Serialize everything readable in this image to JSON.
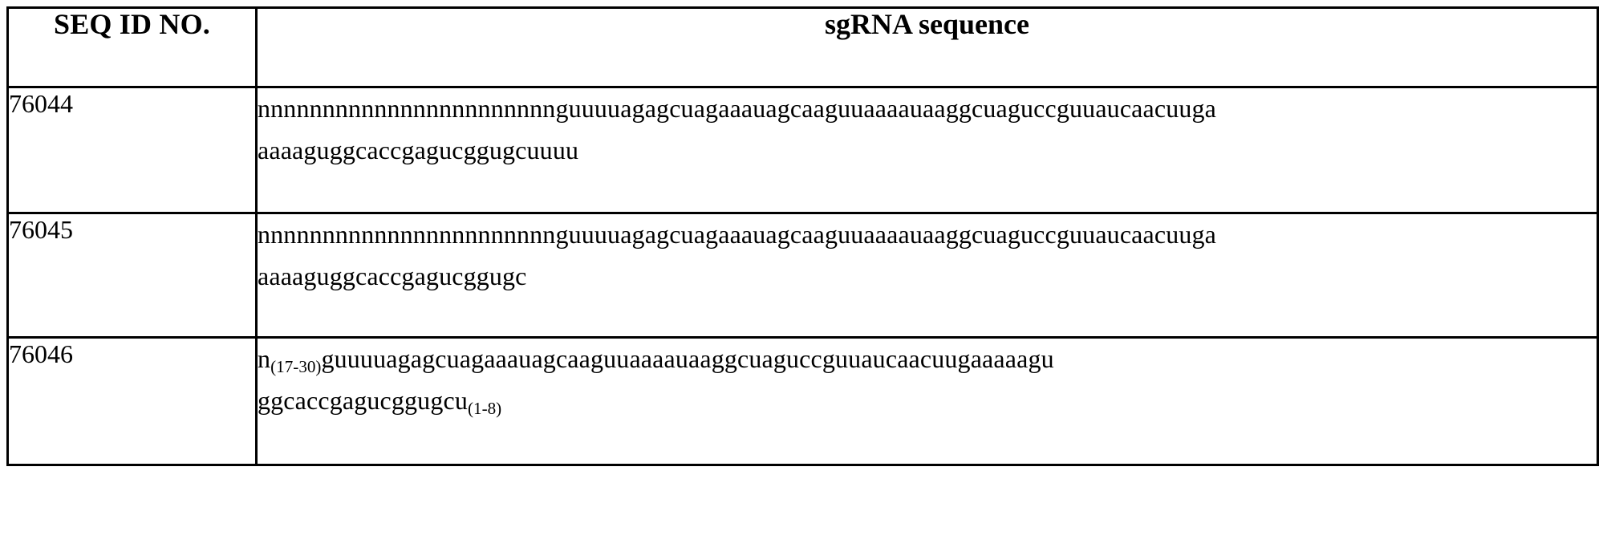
{
  "document": {
    "type": "sequence-listing-table",
    "ink_color": "#000000",
    "paper_color": "#ffffff"
  },
  "table": {
    "columns": [
      {
        "key": "seq_id",
        "header": "SEQ ID NO."
      },
      {
        "key": "sequence",
        "header": "sgRNA sequence"
      }
    ],
    "rows": [
      {
        "seq_id": "76044",
        "sequence_lines": [
          "nnnnnnnnnnnnnnnnnnnnnnnguuuuagagcuagaaauagcaaguuaaaauaaggcuaguccguuaucaacuuga",
          "aaaaguggcaccgagucggugcuuuu"
        ],
        "sequence_plain": "nnnnnnnnnnnnnnnnnnnnnnnguuuuagagcuagaaauagcaaguuaaaauaaggcuaguccguuaucaacuugaaaaaguggcaccgagucggugcuuuu",
        "has_subscripts": false
      },
      {
        "seq_id": "76045",
        "sequence_lines": [
          "nnnnnnnnnnnnnnnnnnnnnnnguuuuagagcuagaaauagcaaguuaaaauaaggcuaguccguuaucaacuuga",
          "aaaaguggcaccgagucggugc"
        ],
        "sequence_plain": "nnnnnnnnnnnnnnnnnnnnnnnguuuuagagcuagaaauagcaaguuaaaauaaggcuaguccguuaucaacuugaaaaaguggcaccgagucggugc",
        "has_subscripts": false
      },
      {
        "seq_id": "76046",
        "sequence_segments": [
          {
            "text": "n",
            "subscript": null
          },
          {
            "text": "",
            "subscript": "(17-30)"
          },
          {
            "text": "guuuuagagcuagaaauagcaaguuaaaauaaggcuaguccguuaucaacuugaaaaagu",
            "subscript": null
          },
          {
            "text": "ggcaccgagucggugcu",
            "subscript": null
          },
          {
            "text": "",
            "subscript": "(1-8)"
          }
        ],
        "sequence_line_1_base": "n",
        "sequence_line_1_sub": "(17-30)",
        "sequence_line_1_rest": "guuuuagagcuagaaauagcaaguuaaaauaaggcuaguccguuaucaacuugaaaaagu",
        "sequence_line_2_base": "ggcaccgagucggugcu",
        "sequence_line_2_sub": "(1-8)",
        "has_subscripts": true
      }
    ]
  }
}
